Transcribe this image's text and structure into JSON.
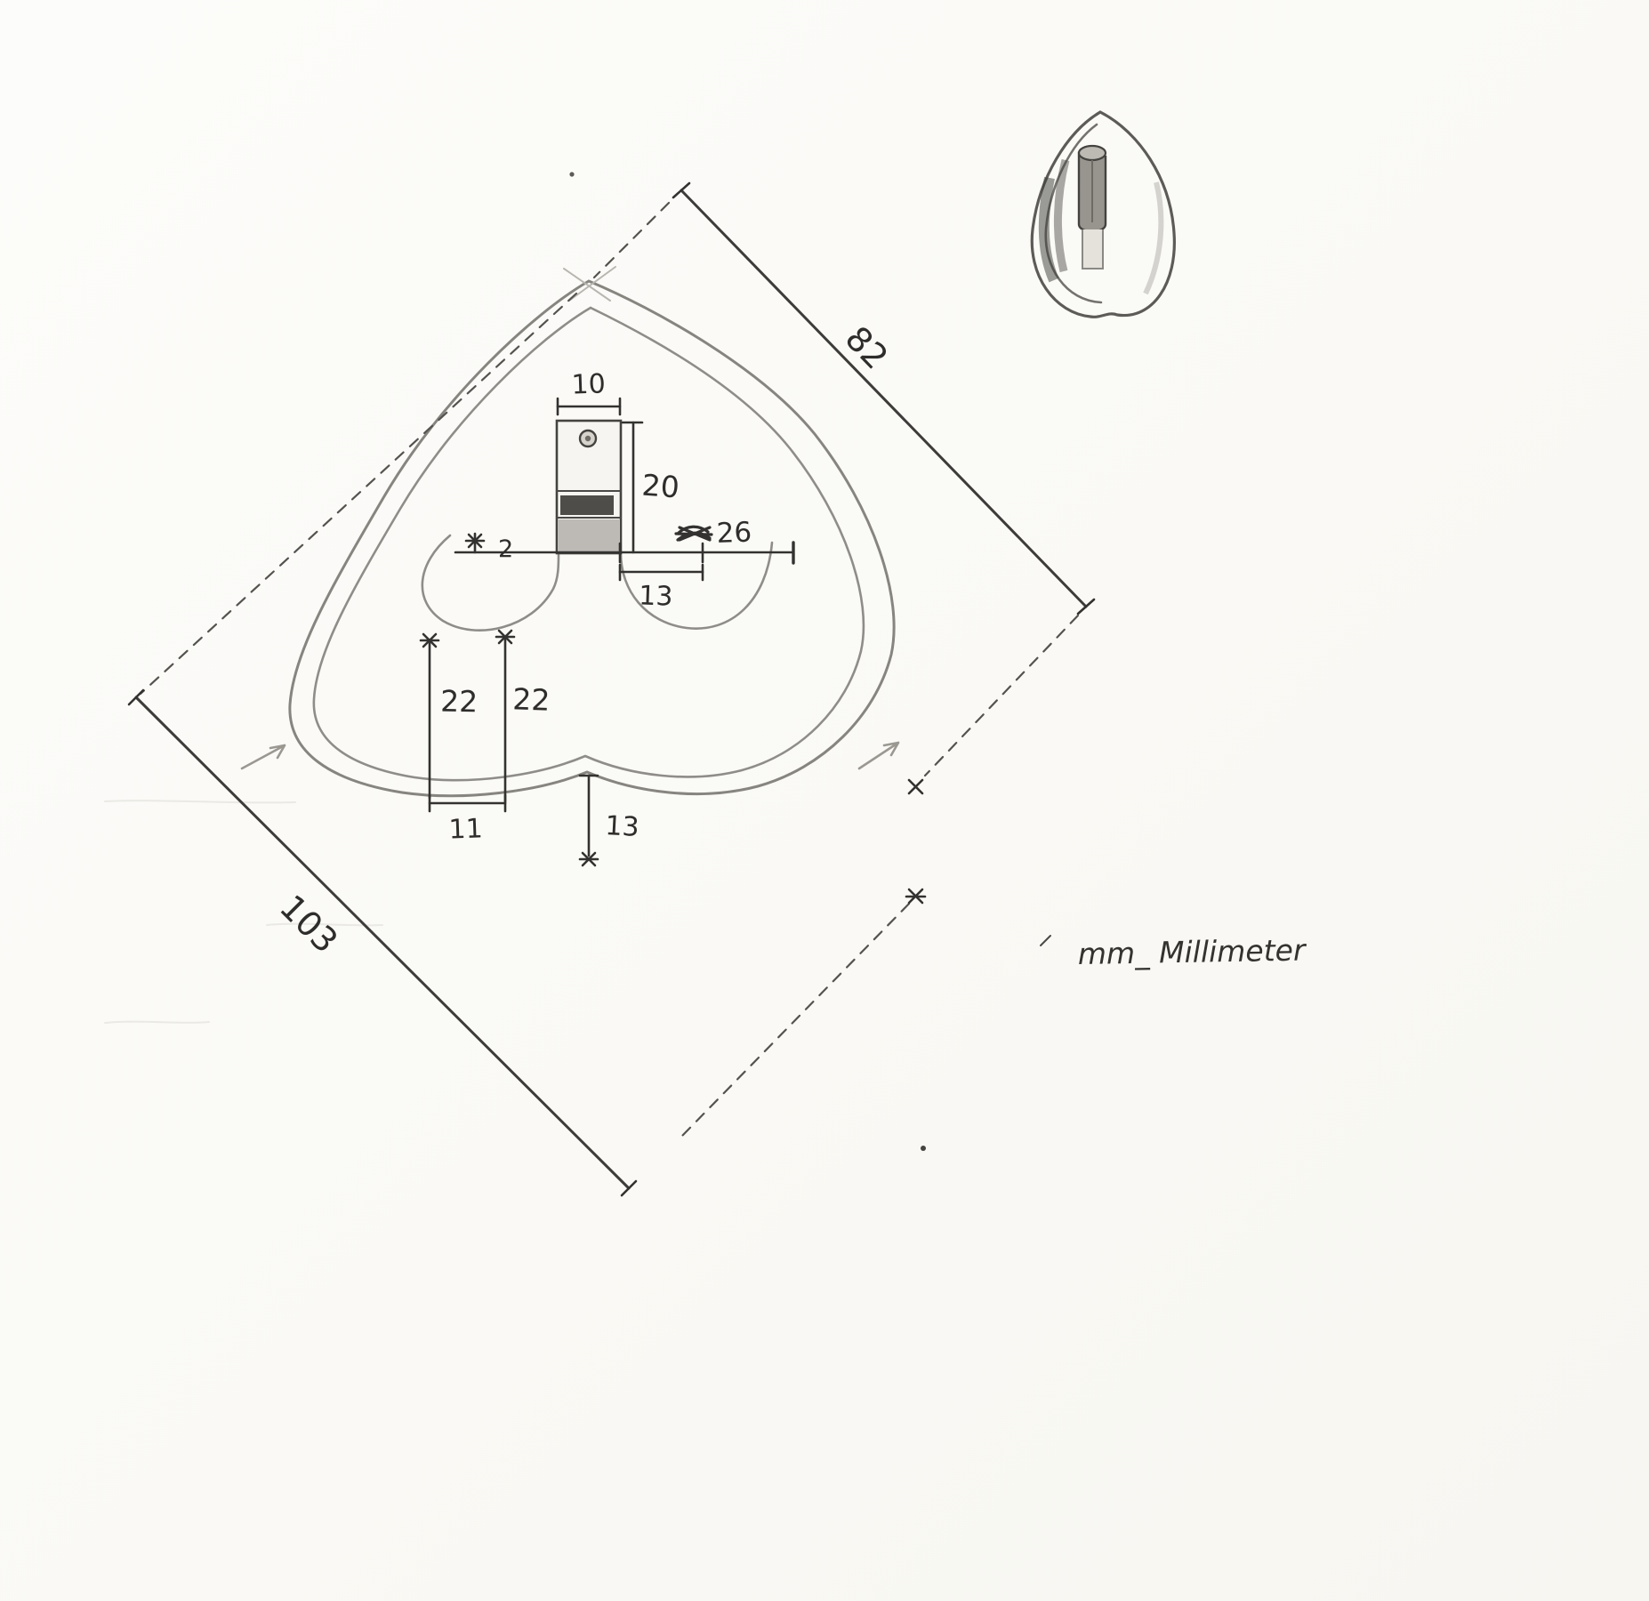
{
  "page": {
    "background": "#fafaf7",
    "pencil_color": "#8f8d89",
    "ink_color": "#3d3c3a",
    "description": "Hand-drawn dimensioned sketch of a heart-shaped part with mounting plate, plus a small 3D perspective sketch"
  },
  "labels": {
    "d82": "82",
    "d103": "103",
    "d10": "10",
    "d20": "20",
    "d2": "2",
    "d26": "26",
    "d13_slot": "13",
    "d22_left": "22",
    "d22_right": "22",
    "d11": "11",
    "d13_notch": "13",
    "units": "mm_ Millimeter"
  }
}
